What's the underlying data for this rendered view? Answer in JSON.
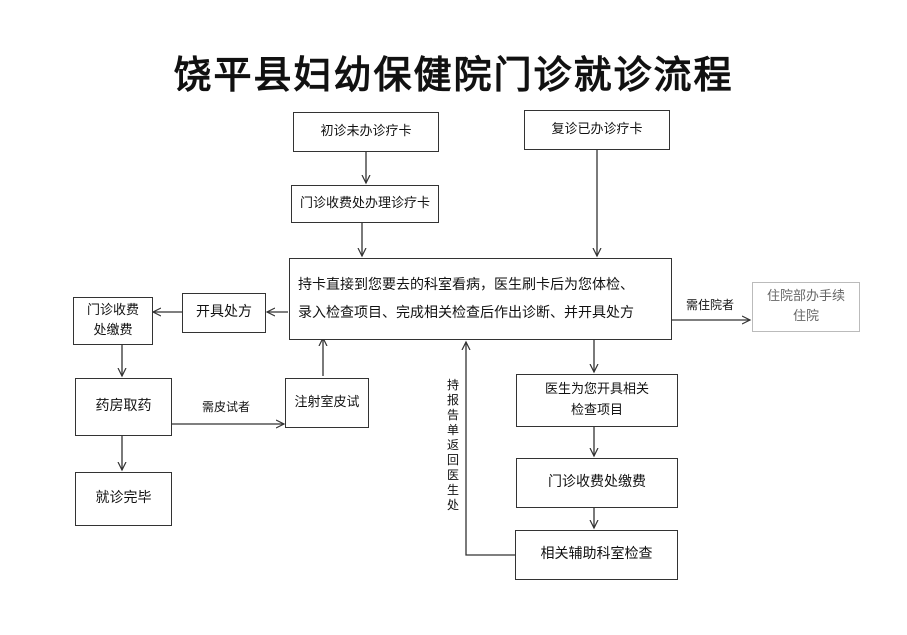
{
  "title": "饶平县妇幼保健院门诊就诊流程",
  "nodes": {
    "first_visit": "初诊未办诊疗卡",
    "return_visit": "复诊已办诊疗卡",
    "card_office": "门诊收费处办理诊疗卡",
    "main_line1": "持卡直接到您要去的科室看病，医生刷卡后为您体检、",
    "main_line2": "录入检查项目、完成相关检查后作出诊断、并开具处方",
    "hospitalization": "住院部办手续住院",
    "prescription": "开具处方",
    "pay_fee": "门诊收费处缴费",
    "pharmacy": "药房取药",
    "injection_room": "注射室皮试",
    "visit_done": "就诊完毕",
    "exam_items": "医生为您开具相关检查项目",
    "exam_pay": "门诊收费处缴费",
    "aux_exam": "相关辅助科室检查"
  },
  "edge_labels": {
    "need_hospital": "需住院者",
    "need_skin_test": "需皮试者",
    "return_report": "持报告单返回医生处"
  }
}
